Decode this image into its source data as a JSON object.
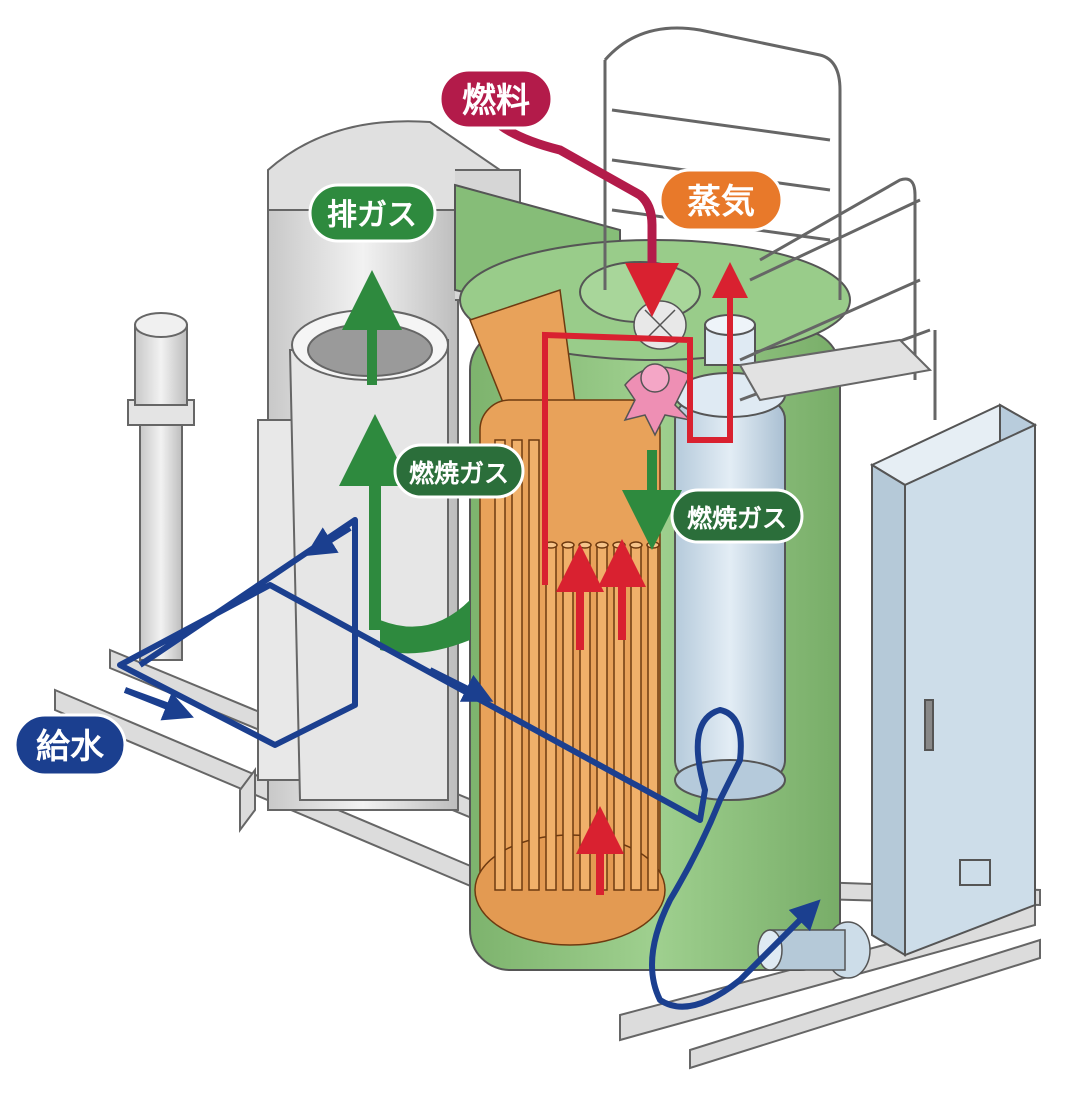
{
  "labels": {
    "fuel": "燃料",
    "steam": "蒸気",
    "exhaust_gas": "排ガス",
    "combustion_gas_left": "燃焼ガス",
    "combustion_gas_right": "燃焼ガス",
    "feed_water": "給水"
  },
  "colors": {
    "fuel": "#b31b4a",
    "steam": "#e8792a",
    "gas": "#2e8a3e",
    "water": "#1b3f8f",
    "vessel_green": "#8fc47f",
    "tubes_orange": "#e8a25a",
    "drum_lightblue": "#c9dbe8",
    "frame_gray": "#d8d8d8",
    "flow_red": "#d92130"
  }
}
